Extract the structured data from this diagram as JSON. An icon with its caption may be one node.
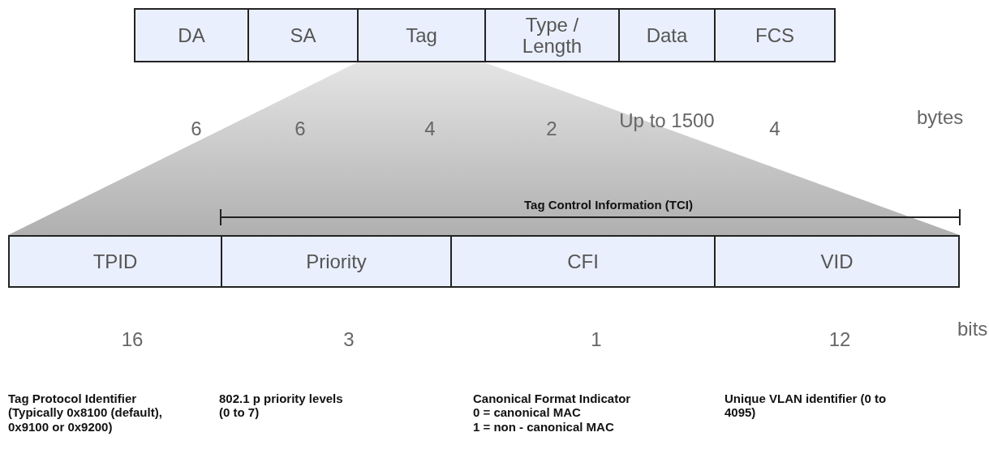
{
  "diagram": {
    "nodes": [
      {
        "text": [
          "DA"
        ],
        "beside": [
          "6"
        ]
      },
      {
        "text": [
          "SA"
        ],
        "beside": [
          "6"
        ]
      },
      {
        "text": [
          "Tag"
        ],
        "beside": [
          "4"
        ]
      },
      {
        "text": [
          "Type / Length"
        ],
        "beside": [
          "2"
        ]
      },
      {
        "text": [
          "Data"
        ],
        "beside": [
          "Up to 1500"
        ]
      },
      {
        "text": [
          "FCS"
        ],
        "beside": [
          "4"
        ]
      },
      {
        "text": [
          "TPID"
        ],
        "beside": [
          "16",
          "Tag Protocol Identifier (Typically 0x8100 (default), 0x9100 or 0x9200)"
        ]
      },
      {
        "text": [
          "Priority"
        ],
        "beside": [
          "3",
          "802.1 p priority levels (0 to 7)"
        ]
      },
      {
        "text": [
          "CFI"
        ],
        "beside": [
          "1",
          "Canonical Format Indicator",
          "0 = canonical MAC",
          "1 = non - canonical MAC"
        ]
      },
      {
        "text": [
          "VID"
        ],
        "beside": [
          "12",
          "Unique VLAN identifier (0 to 4095)"
        ]
      }
    ],
    "edges": [],
    "labels": [
      "bytes",
      "Tag Control Information (TCI)",
      "bits"
    ]
  }
}
